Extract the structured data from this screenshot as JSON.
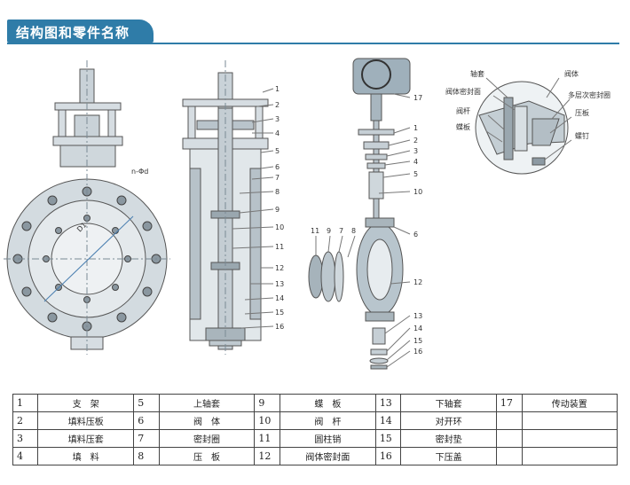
{
  "header": {
    "title": "结构图和零件名称"
  },
  "drawing": {
    "front_view": {
      "dim_bolt": "n-Φd",
      "dim_dia": "D1"
    },
    "section_callouts": [
      "1",
      "2",
      "3",
      "4",
      "5",
      "6",
      "7",
      "8",
      "9",
      "10",
      "11",
      "12",
      "13",
      "14",
      "15",
      "16"
    ],
    "exploded_callouts": {
      "right": [
        "17",
        "1",
        "2",
        "3",
        "4",
        "5",
        "10",
        "6",
        "12",
        "13",
        "14",
        "15",
        "16"
      ],
      "left": [
        "11",
        "9",
        "7",
        "8"
      ]
    },
    "detail_labels": [
      "轴套",
      "阀体",
      "阀体密封面",
      "多层次密封圈",
      "阀杆",
      "压板",
      "蝶板",
      "螺钉"
    ]
  },
  "parts": [
    {
      "num": "1",
      "name": "支　架"
    },
    {
      "num": "2",
      "name": "填料压板"
    },
    {
      "num": "3",
      "name": "填料压套"
    },
    {
      "num": "4",
      "name": "填　料"
    },
    {
      "num": "5",
      "name": "上轴套"
    },
    {
      "num": "6",
      "name": "阀　体"
    },
    {
      "num": "7",
      "name": "密封圈"
    },
    {
      "num": "8",
      "name": "压　板"
    },
    {
      "num": "9",
      "name": "蝶　板"
    },
    {
      "num": "10",
      "name": "阀　杆"
    },
    {
      "num": "11",
      "name": "圆柱销"
    },
    {
      "num": "12",
      "name": "阀体密封面"
    },
    {
      "num": "13",
      "name": "下轴套"
    },
    {
      "num": "14",
      "name": "对开环"
    },
    {
      "num": "15",
      "name": "密封垫"
    },
    {
      "num": "16",
      "name": "下压盖"
    },
    {
      "num": "17",
      "name": "传动装置"
    }
  ]
}
